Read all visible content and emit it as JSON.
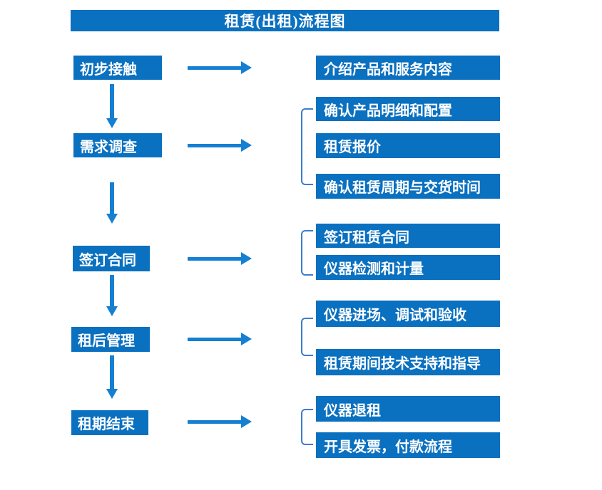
{
  "title": "租赁(出租)流程图",
  "colors": {
    "box_blue": "#0A70C0",
    "arrow_blue": "#157FD2",
    "bracket_blue": "#3B7EC9",
    "text_white": "#FFFFFF",
    "background": "#FFFFFF"
  },
  "flow": {
    "steps": [
      {
        "label": "初步接触",
        "details": [
          "介绍产品和服务内容"
        ]
      },
      {
        "label": "需求调查",
        "details": [
          "确认产品明细和配置",
          "租赁报价",
          "确认租赁周期与交货时间"
        ]
      },
      {
        "label": "签订合同",
        "details": [
          "签订租赁合同",
          "仪器检测和计量"
        ]
      },
      {
        "label": "租后管理",
        "details": [
          "仪器进场、调试和验收",
          "租赁期间技术支持和指导"
        ]
      },
      {
        "label": "租期结束",
        "details": [
          "仪器退租",
          "开具发票，付款流程"
        ]
      }
    ]
  }
}
